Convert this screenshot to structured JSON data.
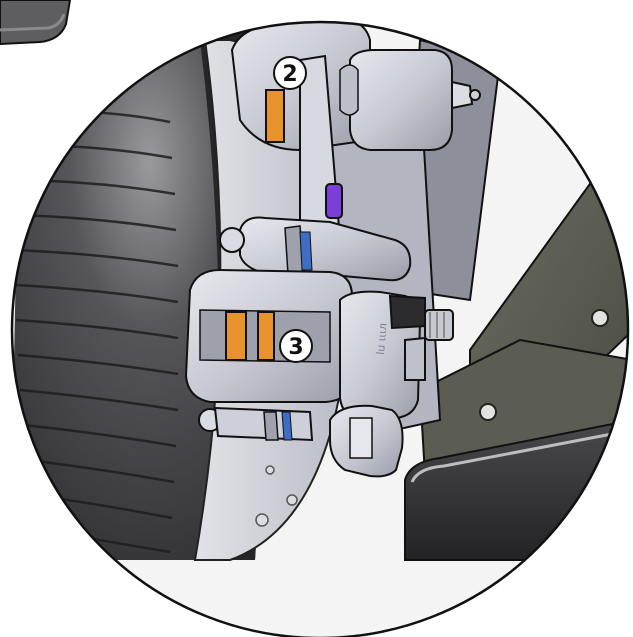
{
  "callouts": [
    {
      "number": "2",
      "target": "upper-caliper-brake-pad"
    },
    {
      "number": "3",
      "target": "lower-caliper-brake-pad"
    }
  ],
  "caliper_marking": "lu ιιιл",
  "colors": {
    "tire": "#3a3a3d",
    "caliper": "#c9cbd4",
    "brake_pad": "#e7922b",
    "pin": "#7a3fd6",
    "bracket": "#595a4f",
    "frame": "#333335",
    "outline": "#111111"
  }
}
